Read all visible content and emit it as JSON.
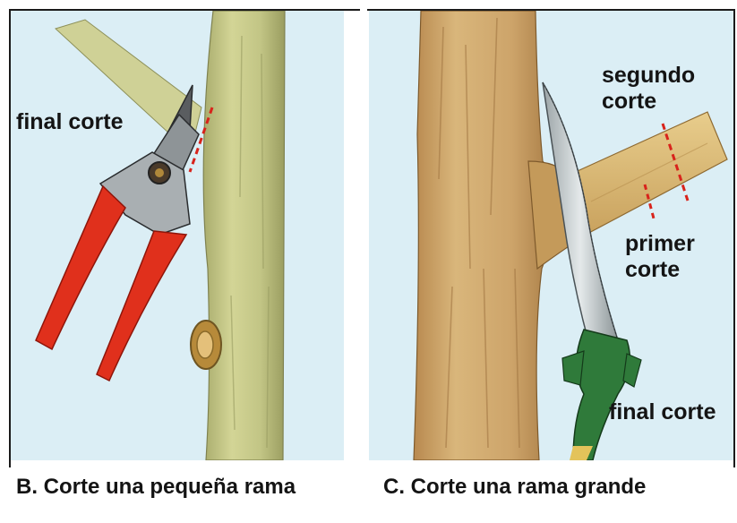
{
  "panel_b": {
    "label_final": "final corte",
    "caption": "B. Corte una pequeña rama"
  },
  "panel_c": {
    "label_second": "segundo corte",
    "label_first": "primer corte",
    "label_final": "final corte",
    "caption": "C. Corte una rama grande"
  },
  "colors": {
    "background": "#dbeef5",
    "bark_light": "#c7c98a",
    "trunk_tan": "#cfa76a",
    "handle_red": "#e0301c",
    "cut_line": "#d8231b",
    "saw_green": "#2f7a3a"
  }
}
